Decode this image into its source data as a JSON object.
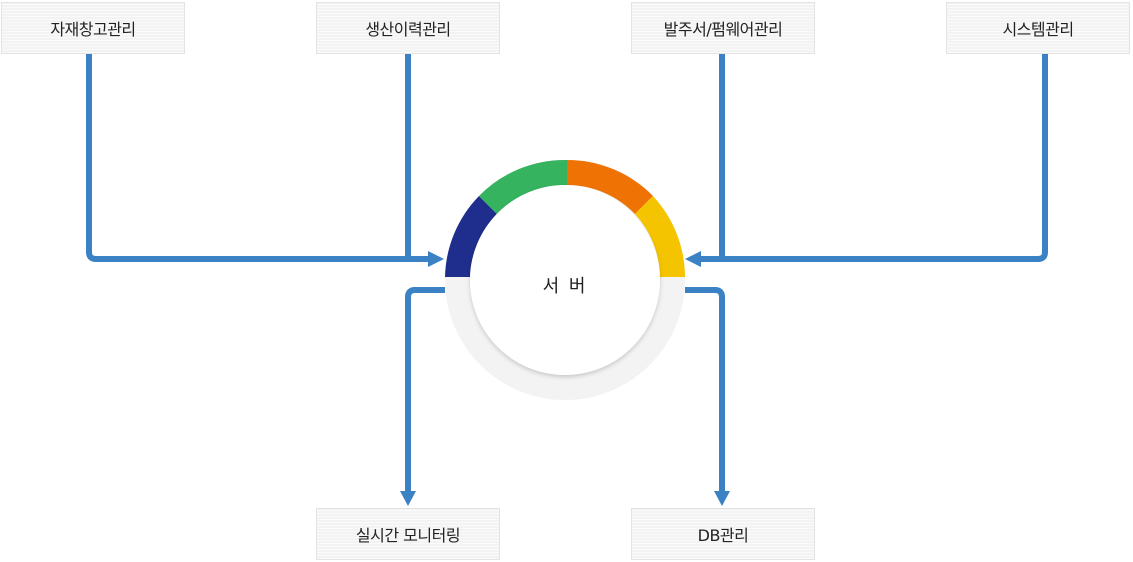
{
  "nodes": {
    "inventory": "자재창고관리",
    "production": "생산이력관리",
    "order": "발주서/펌웨어관리",
    "system": "시스템관리",
    "monitoring": "실시간 모니터링",
    "db": "DB관리"
  },
  "server": {
    "label": "서 버"
  },
  "colors": {
    "line": "#3a82c4",
    "ring_navy": "#1f2d8c",
    "ring_green": "#35b35e",
    "ring_orange": "#ee7304",
    "ring_yellow": "#f5c400",
    "ring_gray": "#f3f3f3"
  }
}
